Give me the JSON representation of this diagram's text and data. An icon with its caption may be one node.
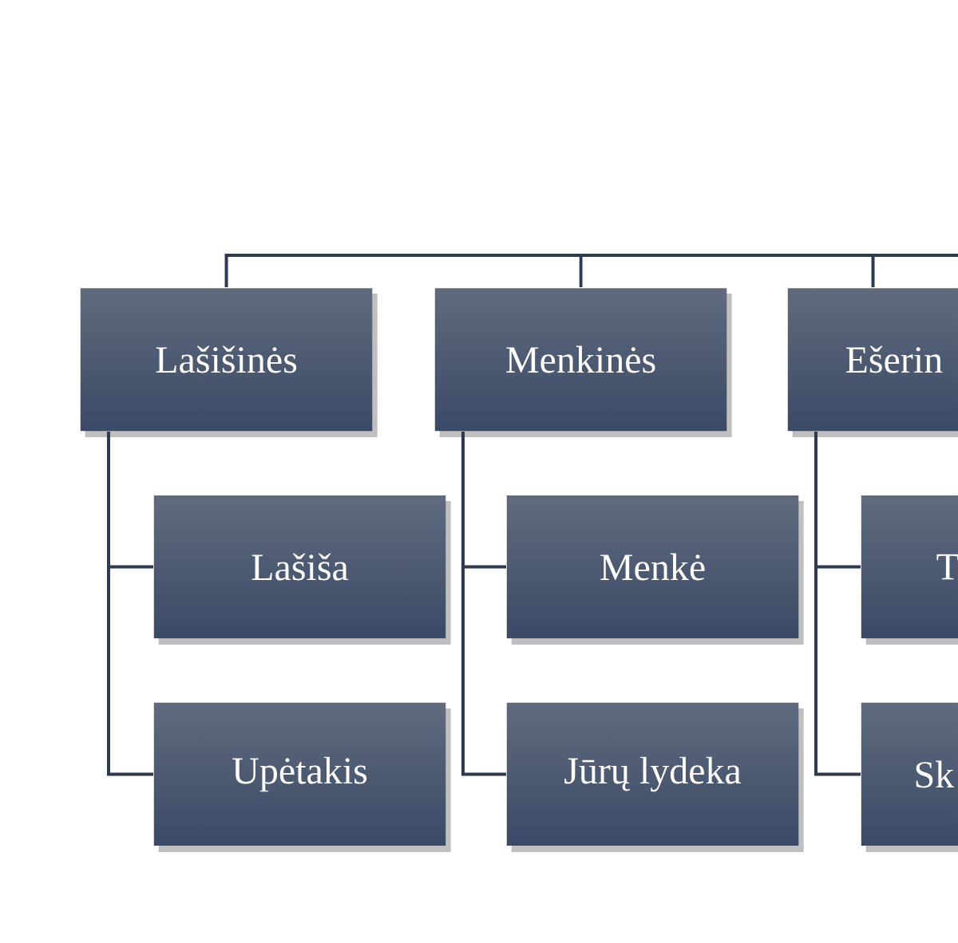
{
  "diagram": {
    "nodes": [
      {
        "text": [
          "Lašišinės"
        ]
      },
      {
        "text": [
          "Lašiša"
        ]
      },
      {
        "text": [
          "Upėtakis"
        ]
      },
      {
        "text": [
          "Menkinės"
        ]
      },
      {
        "text": [
          "Menkė"
        ]
      },
      {
        "text": [
          "Jūrų lydeka"
        ]
      },
      {
        "text": [
          "Ešerin"
        ]
      },
      {
        "text": [
          "T"
        ]
      },
      {
        "text": [
          "Sk"
        ]
      }
    ],
    "edges": [
      {
        "from": null,
        "to": 0,
        "arrow": "none"
      },
      {
        "from": null,
        "to": 3,
        "arrow": "none"
      },
      {
        "from": null,
        "to": 6,
        "arrow": "none"
      },
      {
        "from": 0,
        "to": 1,
        "arrow": "none"
      },
      {
        "from": 0,
        "to": 2,
        "arrow": "none"
      },
      {
        "from": 3,
        "to": 4,
        "arrow": "none"
      },
      {
        "from": 3,
        "to": 5,
        "arrow": "none"
      },
      {
        "from": 6,
        "to": 7,
        "arrow": "none"
      },
      {
        "from": 6,
        "to": 8,
        "arrow": "none"
      }
    ]
  }
}
